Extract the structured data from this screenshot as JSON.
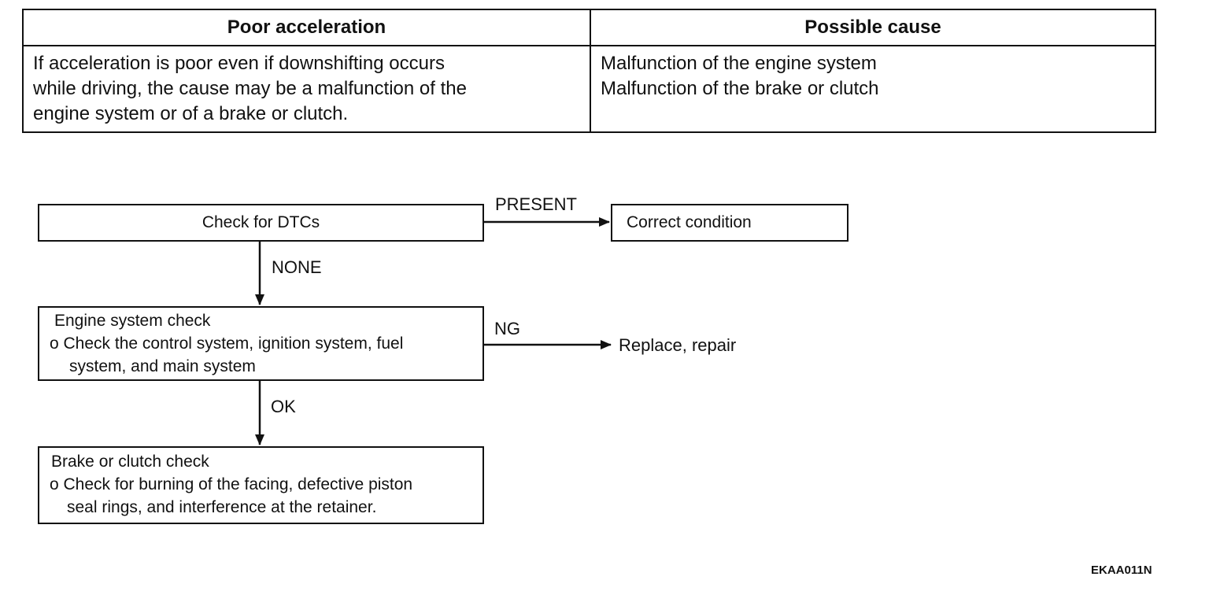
{
  "symptom_table": {
    "header_symptom": "Poor acceleration",
    "header_cause": "Possible cause",
    "symptom_lines": [
      "If acceleration is poor even if downshifting occurs",
      "while driving, the cause may be a malfunction of the",
      "engine system or of a brake or clutch."
    ],
    "cause_lines": [
      "Malfunction of the engine system",
      "Malfunction of the brake or clutch"
    ]
  },
  "flowchart": {
    "check_dtcs": "Check for DTCs",
    "present_label": "PRESENT",
    "correct_condition": "Correct condition",
    "none_label": "NONE",
    "engine_check": {
      "title": "Engine system check",
      "bullet_line1": "o Check the control system, ignition system, fuel",
      "bullet_line2": "system, and main system"
    },
    "ng_label": "NG",
    "replace_repair": "Replace, repair",
    "ok_label": "OK",
    "brake_check": {
      "title": "Brake or clutch check",
      "bullet_line1": "o Check for burning of the facing, defective piston",
      "bullet_line2": "seal rings, and interference at the retainer."
    }
  },
  "figure_code": "EKAA011N"
}
